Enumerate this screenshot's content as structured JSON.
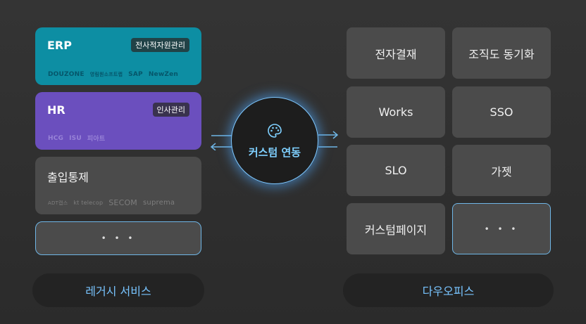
{
  "legacy": {
    "erp": {
      "title": "ERP",
      "badge": "전사적자원관리",
      "logos": [
        "DOUZONE",
        "영림원소프트랩",
        "SAP",
        "NewZen"
      ]
    },
    "hr": {
      "title": "HR",
      "badge": "인사관리",
      "logos": [
        "HCG",
        "ISU",
        "피아트"
      ]
    },
    "access": {
      "title": "출입통제",
      "logos": [
        "ADT캡스",
        "kt telecop",
        "SECOM",
        "suprema"
      ]
    },
    "more": "• • •",
    "label": "레거시 서비스"
  },
  "hub": {
    "label": "커스텀 연동",
    "icon": "palette-icon"
  },
  "daou": {
    "tiles": [
      "전자결재",
      "조직도 동기화",
      "Works",
      "SSO",
      "SLO",
      "가젯",
      "커스텀페이지",
      "• • •"
    ],
    "label": "다우오피스"
  },
  "colors": {
    "erp": "#0d8ea3",
    "hr": "#6b4fbe",
    "access": "#4b4b4b",
    "accent": "#78c4ff"
  }
}
